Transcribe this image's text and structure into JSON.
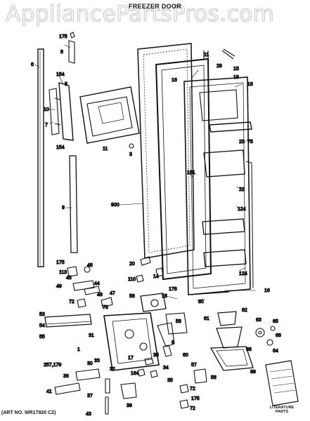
{
  "watermark": "AppliancePartsPros.com",
  "title": "FREEZER DOOR",
  "art_number": "(ART NO. WR17920 C2)",
  "literature_label_1": "LITERATURE",
  "literature_label_2": "PARTS",
  "part_labels": [
    "6",
    "175",
    "8",
    "154",
    "5",
    "10",
    "7",
    "154",
    "11",
    "3",
    "9",
    "900",
    "11",
    "29",
    "15",
    "18",
    "18",
    "16",
    "23",
    "75",
    "151",
    "22",
    "124",
    "124",
    "175",
    "113",
    "48",
    "20",
    "14",
    "110",
    "178",
    "15",
    "80",
    "16",
    "49",
    "45",
    "44",
    "72",
    "47",
    "46",
    "73",
    "56",
    "58",
    "53",
    "54",
    "55",
    "1",
    "31",
    "33",
    "32",
    "6",
    "60",
    "61",
    "62",
    "63",
    "65",
    "66",
    "64",
    "68",
    "69",
    "257,179",
    "36",
    "41",
    "30",
    "17",
    "35",
    "164",
    "34",
    "35",
    "57",
    "72",
    "58",
    "175",
    "72",
    "37",
    "39",
    "43"
  ]
}
